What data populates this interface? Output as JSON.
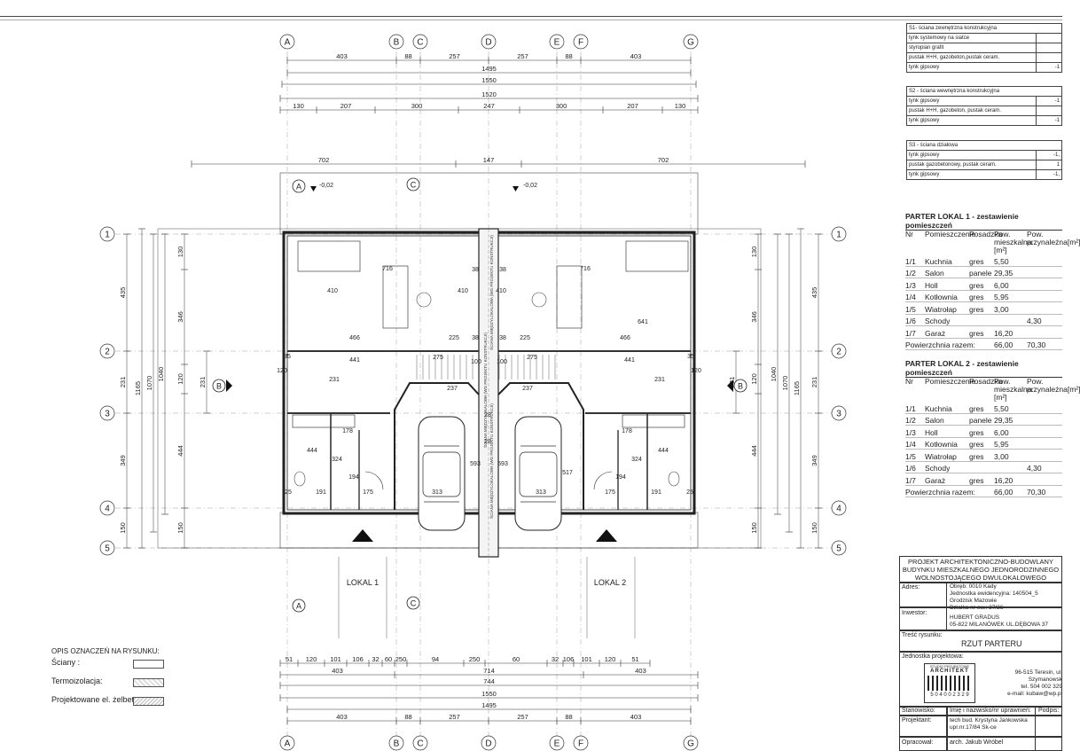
{
  "grid_letters": [
    "A",
    "B",
    "C",
    "D",
    "E",
    "F",
    "G"
  ],
  "grid_numbers": [
    "1",
    "2",
    "3",
    "4",
    "5"
  ],
  "dims_top": {
    "row1": [
      "403",
      "88",
      "257",
      "257",
      "88",
      "403"
    ],
    "row2": "1495",
    "row3": "1550",
    "row4": "1520",
    "row5": [
      "130",
      "207",
      "300",
      "247",
      "300",
      "207",
      "130"
    ],
    "row6": [
      "702",
      "147",
      "702"
    ]
  },
  "dims_bottom": {
    "row1": [
      "51",
      "120",
      "101",
      "106",
      "32",
      "60",
      "250",
      "94",
      "250",
      "60",
      "32",
      "106",
      "101",
      "120",
      "51"
    ],
    "row2": [
      "403",
      "714",
      "403"
    ],
    "row3": "744",
    "row4": "1550",
    "row5": "1495",
    "row6": [
      "403",
      "88",
      "257",
      "257",
      "88",
      "403"
    ]
  },
  "dims_left": {
    "outer": [
      "435",
      "231",
      "349",
      "150"
    ],
    "inner": [
      "1165",
      "1070",
      "1040"
    ],
    "col3": [
      "130",
      "346",
      "120",
      "444",
      "150"
    ],
    "col4": [
      "231"
    ]
  },
  "dims_right": {
    "outer": [
      "435",
      "231",
      "349",
      "150"
    ],
    "inner": [
      "1165",
      "1070",
      "1040"
    ],
    "col3": [
      "130",
      "346",
      "120",
      "444",
      "150"
    ],
    "col4": [
      "231"
    ]
  },
  "interior_dims": [
    "716",
    "716",
    "410",
    "410",
    "410",
    "641",
    "466",
    "466",
    "441",
    "441",
    "225",
    "225",
    "275",
    "275",
    "237",
    "237",
    "231",
    "231",
    "444",
    "444",
    "593",
    "593",
    "313",
    "313",
    "191",
    "191",
    "175",
    "175",
    "324",
    "324",
    "194",
    "194",
    "178",
    "178",
    "517",
    "25",
    "25",
    "38",
    "38",
    "38",
    "38",
    "100",
    "100",
    "120",
    "120",
    "35",
    "35",
    "28",
    "28"
  ],
  "levels": [
    "-0,02",
    "-0,02"
  ],
  "section_marks": [
    "A",
    "A",
    "B",
    "B",
    "C",
    "C"
  ],
  "units": [
    "LOKAL 1",
    "LOKAL 2"
  ],
  "wall_note": "ŚCIANA MIĘDZYLOKALOWA (WG PROJEKTU KONSTRUKCJI)",
  "walls": [
    {
      "title": "S1- ściana zewnętrzna konstrukcyjna",
      "rows": [
        {
          "name": "tynk systemowy na siatce",
          "val": ""
        },
        {
          "name": "styropian grafit",
          "val": ""
        },
        {
          "name": "pustak H+H, gazobeton,pustak ceram.",
          "val": ""
        },
        {
          "name": "tynk gipsowy",
          "val": "-1"
        }
      ]
    },
    {
      "title": "S2 - ściana wewnętrzna konstrukcyjna",
      "rows": [
        {
          "name": "tynk gipsowy",
          "val": "-1"
        },
        {
          "name": "pustak H+H, gazobeton, pustak ceram.",
          "val": ""
        },
        {
          "name": "tynk gipsowy",
          "val": "-1"
        }
      ]
    },
    {
      "title": "S3 - ściana działowa",
      "rows": [
        {
          "name": "tynk gipsowy",
          "val": "-1,"
        },
        {
          "name": "pustak gazobetonowy, pustak ceram.",
          "val": "1"
        },
        {
          "name": "tynk gipsowy",
          "val": "-1,"
        }
      ]
    }
  ],
  "rooms": [
    {
      "title": "PARTER LOKAL 1 - zestawienie pomieszczeń",
      "head": [
        "Nr",
        "Pomieszczenie",
        "Posadzka",
        "Pow. mieszkalna.[m²]",
        "Pow. przynależna[m²]"
      ],
      "rows": [
        [
          "1/1",
          "Kuchnia",
          "gres",
          "5,50",
          ""
        ],
        [
          "1/2",
          "Salon",
          "panele",
          "29,35",
          ""
        ],
        [
          "1/3",
          "Holl",
          "gres",
          "6,00",
          ""
        ],
        [
          "1/4",
          "Kotłownia",
          "gres",
          "5,95",
          ""
        ],
        [
          "1/5",
          "Wiatrołap",
          "gres",
          "3,00",
          ""
        ],
        [
          "1/6",
          "Schody",
          "",
          "",
          "4,30"
        ],
        [
          "1/7",
          "Garaż",
          "gres",
          "16,20",
          ""
        ]
      ],
      "total": [
        "Powierzchnia razem:",
        "66,00",
        "70,30"
      ]
    },
    {
      "title": "PARTER LOKAL 2 - zestawienie pomieszczeń",
      "head": [
        "Nr",
        "Pomieszczenie",
        "Posadzka",
        "Pow. mieszkalna.[m²]",
        "Pow. przynależna[m²]"
      ],
      "rows": [
        [
          "1/1",
          "Kuchnia",
          "gres",
          "5,50",
          ""
        ],
        [
          "1/2",
          "Salon",
          "panele",
          "29,35",
          ""
        ],
        [
          "1/3",
          "Holl",
          "gres",
          "6,00",
          ""
        ],
        [
          "1/4",
          "Kotłownia",
          "gres",
          "5,95",
          ""
        ],
        [
          "1/5",
          "Wiatrołap",
          "gres",
          "3,00",
          ""
        ],
        [
          "1/6",
          "Schody",
          "",
          "",
          "4,30"
        ],
        [
          "1/7",
          "Garaż",
          "gres",
          "16,20",
          ""
        ]
      ],
      "total": [
        "Powierzchnia razem:",
        "66,00",
        "70,30"
      ]
    }
  ],
  "title_block": {
    "project": "PROJEKT ARCHITEKTONICZNO-BUDOWLANY BUDYNKU MIESZKALNEGO JEDNORODZINNEGO WOLNOSTOJĄCEGO DWULOKALOWEGO",
    "adres_label": "Adres:",
    "adres": [
      "Obręb: 0010 Kady",
      "Jednostka ewidencyjna: 140504_5 Grodzisk Mazowie",
      "Działka nr ew.: 37/26"
    ],
    "inwestor_label": "Inwestor:",
    "inwestor": [
      "HUBERT GRADUS",
      "05-822 MILANÓWEK UL.DĘBOWA 37"
    ],
    "tresc_label": "Treść rysunku:",
    "tresc": "RZUT PARTERU",
    "jednostka_label": "Jednostka projektowa:",
    "studio_top": "STUDIO PROJEKTOWE",
    "studio_name": "ARCHITEKT",
    "studio_digits": "5 0 4 0 0 2 3 2 9",
    "studio_addr": [
      "96-515 Teresin, ul. Szymanowsk",
      "tel. 504 002 329",
      "e-mail: kubaw@wp.pl"
    ],
    "stanowisko_label": "Stanowisko:",
    "imie_label": "Imię i nazwisko/nr uprawnień:",
    "podpis_label": "Podpis:",
    "projektant_label": "Projektant:",
    "projektant": [
      "tech bud. Krystyna Jankowska",
      "upr.nr.17/84 Sk-ce"
    ],
    "opracowal_label": "Opracował:",
    "opracowal": "arch. Jakub Wróbel"
  },
  "legend": {
    "title": "OPIS OZNACZEŃ NA RYSUNKU:",
    "items": [
      "Ściany :",
      "Termoizolacja:",
      "Projektowane el. żelbetowe:"
    ]
  }
}
